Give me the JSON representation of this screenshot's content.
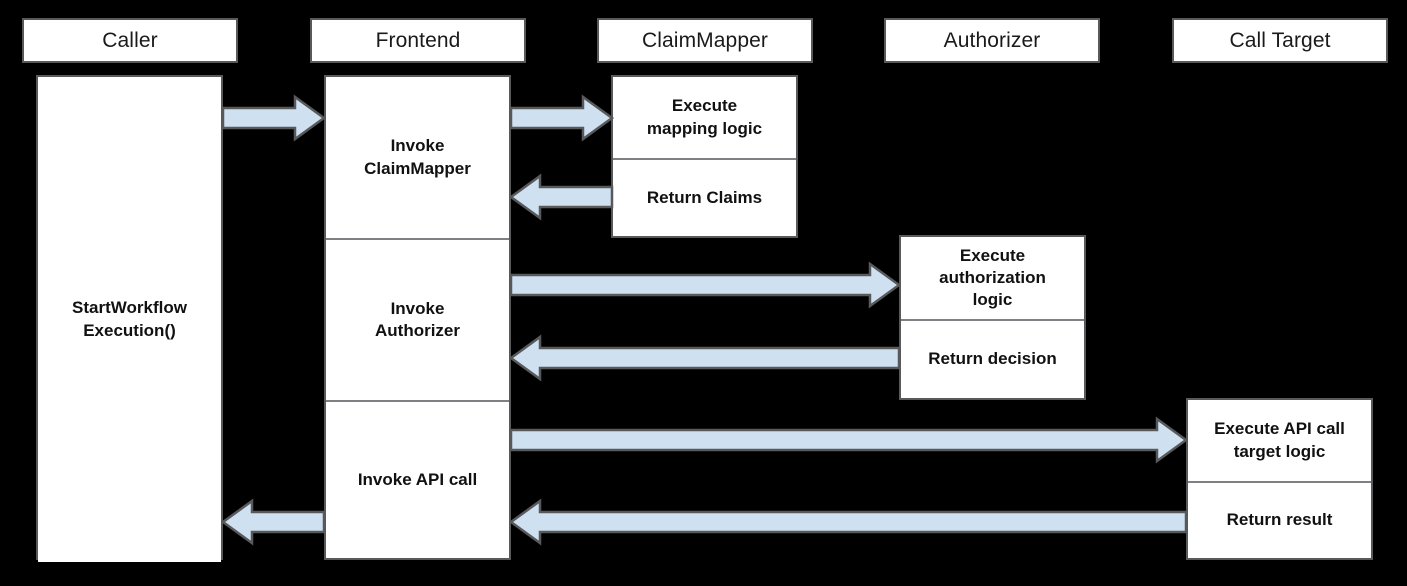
{
  "diagram": {
    "type": "sequence-diagram",
    "title": "StartWorkflowExecution sequence",
    "background_color": "#000000",
    "box_fill": "#ffffff",
    "box_border": "#58595b",
    "arrow_fill": "#cfe0f1",
    "arrow_border": "#58595b"
  },
  "participants": [
    {
      "id": "caller",
      "label": "Caller"
    },
    {
      "id": "frontend",
      "label": "Frontend"
    },
    {
      "id": "claimmapper",
      "label": "ClaimMapper"
    },
    {
      "id": "authorizer",
      "label": "Authorizer"
    },
    {
      "id": "calltarget",
      "label": "Call Target"
    }
  ],
  "activations": {
    "caller": [
      {
        "label": "StartWorkflow\nExecution()"
      }
    ],
    "frontend": [
      {
        "label": "Invoke\nClaimMapper"
      },
      {
        "label": "Invoke\nAuthorizer"
      },
      {
        "label": "Invoke API call"
      }
    ],
    "claimmapper": [
      {
        "label": "Execute\nmapping logic"
      },
      {
        "label": "Return Claims"
      }
    ],
    "authorizer": [
      {
        "label": "Execute\nauthorization\nlogic"
      },
      {
        "label": "Return decision"
      }
    ],
    "calltarget": [
      {
        "label": "Execute API call\ntarget logic"
      },
      {
        "label": "Return result"
      }
    ]
  },
  "messages": [
    {
      "from": "caller",
      "to": "frontend",
      "direction": "right",
      "order": 1
    },
    {
      "from": "frontend",
      "to": "claimmapper",
      "direction": "right",
      "order": 2
    },
    {
      "from": "claimmapper",
      "to": "frontend",
      "direction": "left",
      "order": 3
    },
    {
      "from": "frontend",
      "to": "authorizer",
      "direction": "right",
      "order": 4
    },
    {
      "from": "authorizer",
      "to": "frontend",
      "direction": "left",
      "order": 5
    },
    {
      "from": "frontend",
      "to": "calltarget",
      "direction": "right",
      "order": 6
    },
    {
      "from": "calltarget",
      "to": "frontend",
      "direction": "left",
      "order": 7
    },
    {
      "from": "frontend",
      "to": "caller",
      "direction": "left",
      "order": 8
    }
  ]
}
